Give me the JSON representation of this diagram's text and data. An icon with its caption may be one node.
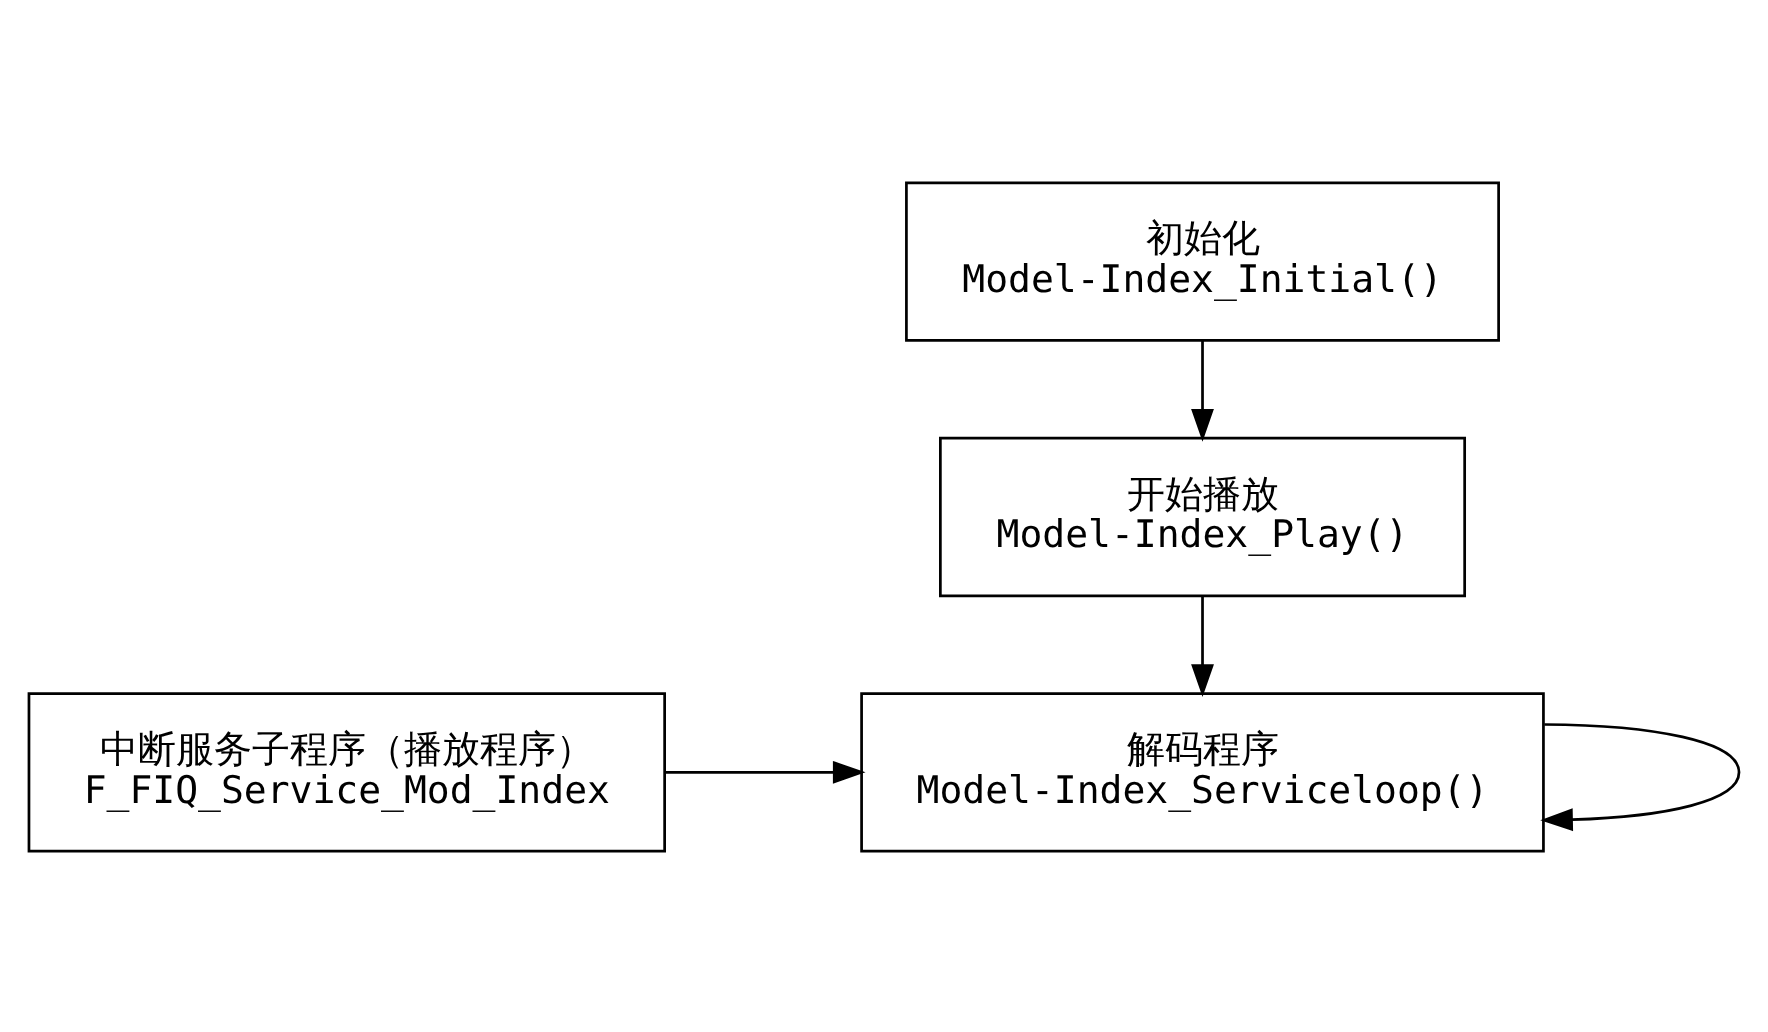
{
  "diagram": {
    "nodes": [
      {
        "text": [
          "初始化",
          "Model-Index_Initial()"
        ]
      },
      {
        "text": [
          "开始播放",
          "Model-Index_Play()"
        ]
      },
      {
        "text": [
          "中断服务子程序（播放程序）",
          "F_FIQ_Service_Mod_Index"
        ]
      },
      {
        "text": [
          "解码程序",
          "Model-Index_Serviceloop()"
        ]
      }
    ],
    "edges": [
      {
        "from": 0,
        "to": 1,
        "arrow": "to"
      },
      {
        "from": 1,
        "to": 3,
        "arrow": "to"
      },
      {
        "from": 2,
        "to": 3,
        "arrow": "to"
      },
      {
        "from": 3,
        "to": 3,
        "arrow": "to"
      }
    ]
  }
}
